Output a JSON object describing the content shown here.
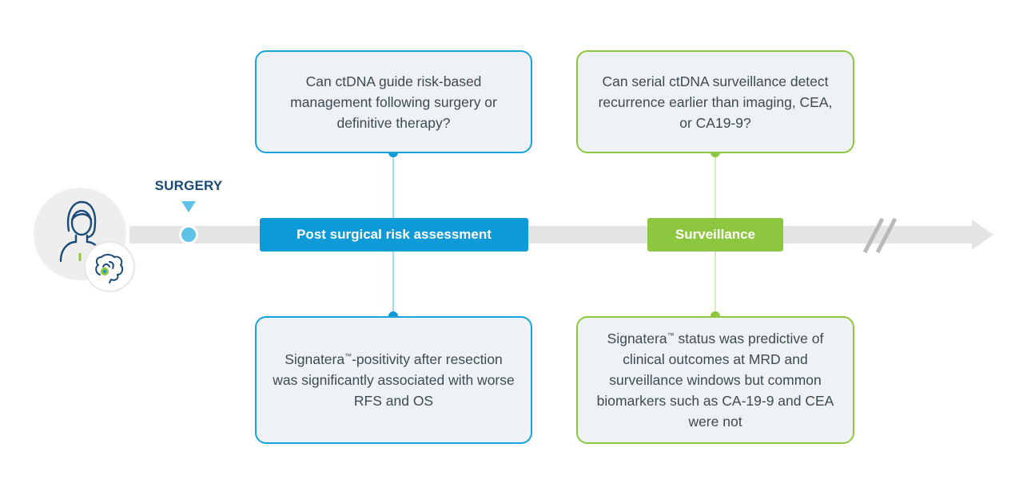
{
  "surgery": {
    "label": "SURGERY"
  },
  "phases": {
    "post_surgical": "Post surgical risk assessment",
    "surveillance": "Surveillance"
  },
  "questions": {
    "risk_management": "Can ctDNA guide risk-based management following surgery or definitive therapy?",
    "early_detection": "Can serial ctDNA surveillance detect recurrence earlier than imaging, CEA, or CA19-9?"
  },
  "findings": {
    "positivity": {
      "brand": "Signatera",
      "mark": "™",
      "text": "-positivity after resection was significantly associated with worse RFS and OS"
    },
    "status": {
      "brand": "Signatera",
      "mark": "™",
      "text": " status was predictive of clinical outcomes at MRD and surveillance windows but common biomarkers such as CA-19-9 and CEA were not"
    }
  },
  "icons": {
    "patient": "patient-avatar-icon",
    "colon": "colon-icon"
  },
  "colors": {
    "blue": "#0d9ad9",
    "green": "#8dc63f",
    "navy": "#1a4a78",
    "light_blue": "#5fc2e8"
  }
}
